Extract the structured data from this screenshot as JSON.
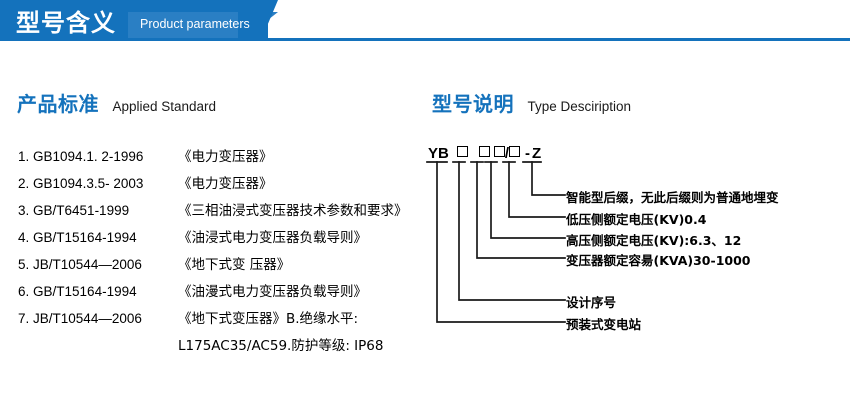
{
  "header": {
    "title_cn": "型号含义",
    "title_en": "Product parameters",
    "bar_color": "#1472bc",
    "bar_light_color": "#2a7fc4"
  },
  "sections": {
    "left": {
      "title_cn": "产品标准",
      "title_en": "Applied Standard",
      "accent": "#1472bc"
    },
    "right": {
      "title_cn": "型号说明",
      "title_en": "Type Desciription",
      "accent": "#1472bc"
    }
  },
  "standards": [
    {
      "index": "1.",
      "code": "GB1094.1. 2-1996",
      "name": "《电力变压器》"
    },
    {
      "index": "2.",
      "code": "GB1094.3.5- 2003",
      "name": "《电力变压器》"
    },
    {
      "index": "3.",
      "code": "GB/T6451-1999",
      "name": "《三相油浸式变压器技术参数和要求》"
    },
    {
      "index": "4.",
      "code": "GB/T15164-1994",
      "name": "《油浸式电力变压器负载导则》"
    },
    {
      "index": "5.",
      "code": "JB/T10544—2006",
      "name": "《地下式变 压器》"
    },
    {
      "index": "6.",
      "code": "GB/T15164-1994",
      "name": "《油漫式电力变压器负载导则》"
    },
    {
      "index": "7.",
      "code": "JB/T10544—2006",
      "name": "《地下式变压器》B.绝缘水平:"
    }
  ],
  "standards_continuation": "L175AC35/AC59.防护等级: IP68",
  "model_code": {
    "prefix": "YB",
    "separator": "/",
    "dash": "-",
    "suffix": "Z",
    "segments": [
      "YB",
      "□",
      "□",
      "□",
      "/",
      "□",
      "-",
      "Z"
    ]
  },
  "annotations": [
    {
      "id": "intelligent-suffix",
      "text": "智能型后缀，无此后缀则为普通地埋变"
    },
    {
      "id": "lv-rated-voltage",
      "text": "低压侧额定电压(KV)0.4"
    },
    {
      "id": "hv-rated-voltage",
      "text": "高压侧额定电压(KV):6.3、12"
    },
    {
      "id": "rated-capacity",
      "text": "变压器额定容昜(KVA)30-1000"
    },
    {
      "id": "design-serial",
      "text": "设计序号"
    },
    {
      "id": "prefab-substation",
      "text": "预装式变电站"
    }
  ]
}
